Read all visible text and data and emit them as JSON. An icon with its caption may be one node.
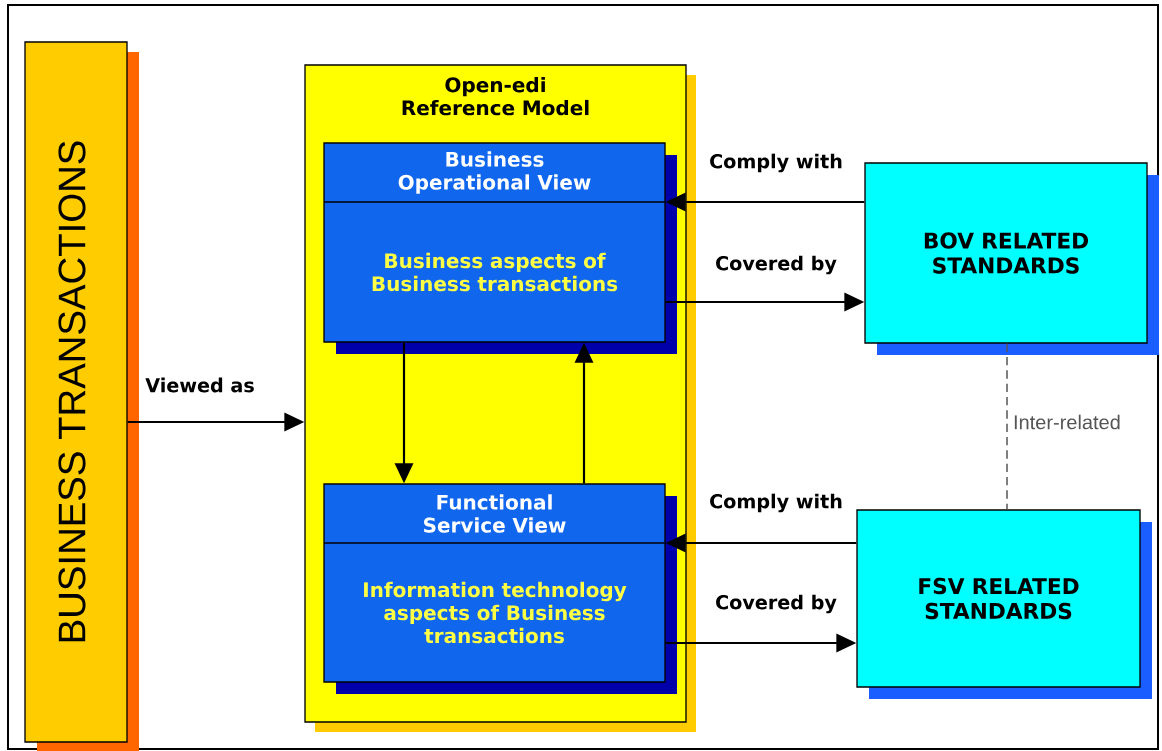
{
  "diagram": {
    "nodes": [
      {
        "text": [
          "BUSINESS TRANSACTIONS"
        ]
      },
      {
        "text": [
          "Open-edi Reference Model"
        ]
      },
      {
        "text": [
          "Business Operational View",
          "Business aspects of Business transactions"
        ],
        "in": 1
      },
      {
        "text": [
          "Functional Service View",
          "Information technology aspects of Business transactions"
        ],
        "in": 1
      },
      {
        "text": [
          "BOV RELATED STANDARDS"
        ]
      },
      {
        "text": [
          "FSV RELATED STANDARDS"
        ]
      }
    ],
    "edges": [
      {
        "from": 0,
        "to": 1,
        "arrow": "to",
        "label": "Viewed as"
      },
      {
        "from": 2,
        "to": 3,
        "arrow": "to"
      },
      {
        "from": 3,
        "to": 2,
        "arrow": "to"
      },
      {
        "from": 4,
        "to": 2,
        "arrow": "to",
        "label": "Comply with"
      },
      {
        "from": 2,
        "to": 4,
        "arrow": "to",
        "label": "Covered by"
      },
      {
        "from": 5,
        "to": 3,
        "arrow": "to",
        "label": "Comply with"
      },
      {
        "from": 3,
        "to": 5,
        "arrow": "to",
        "label": "Covered by"
      },
      {
        "from": 4,
        "to": 5,
        "arrow": "none",
        "style": "dashed",
        "color": "#555555",
        "label": "Inter-related"
      }
    ]
  }
}
